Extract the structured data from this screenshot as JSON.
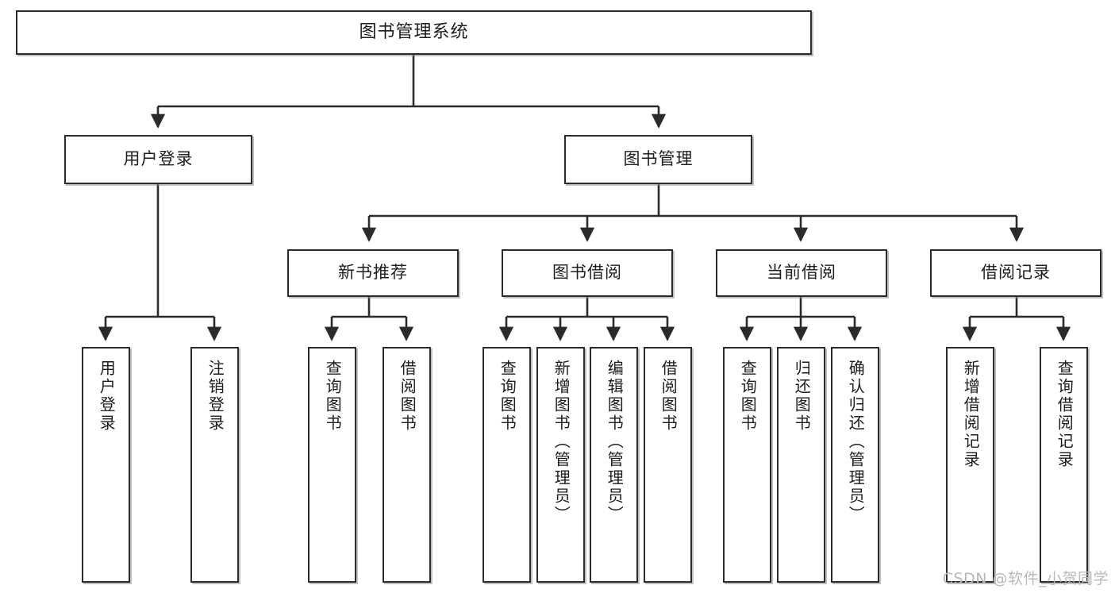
{
  "diagram": {
    "title": "图书管理系统",
    "type": "functional-structure-tree",
    "watermark": "CSDN @软件_小贺同学",
    "colors": {
      "box_border": "#2b2b2b",
      "box_fill": "#ffffff",
      "edge": "#2b2b2b",
      "text": "#1d1d1d",
      "watermark": "#b9b9b9",
      "background": "#ffffff"
    }
  },
  "nodes": {
    "root": {
      "label": "图书管理系统",
      "level": 1
    },
    "level2": [
      {
        "id": "user-login",
        "label": "用户登录"
      },
      {
        "id": "book-manage",
        "label": "图书管理"
      }
    ],
    "level3": [
      {
        "id": "new-book-recommend",
        "label": "新书推荐"
      },
      {
        "id": "book-borrow",
        "label": "图书借阅"
      },
      {
        "id": "current-borrow",
        "label": "当前借阅"
      },
      {
        "id": "borrow-record",
        "label": "借阅记录"
      }
    ],
    "leaves": {
      "user_login": [
        {
          "id": "leaf-user-login",
          "label": "用户登录"
        },
        {
          "id": "leaf-logout-login",
          "label": "注销登录"
        }
      ],
      "new_book_recommend": [
        {
          "id": "leaf-query-book-1",
          "label": "查询图书"
        },
        {
          "id": "leaf-borrow-book-1",
          "label": "借阅图书"
        }
      ],
      "book_borrow": [
        {
          "id": "leaf-query-book-2",
          "label": "查询图书"
        },
        {
          "id": "leaf-add-book",
          "label": "新增图书（管理员）"
        },
        {
          "id": "leaf-edit-book",
          "label": "编辑图书（管理员）"
        },
        {
          "id": "leaf-borrow-book-2",
          "label": "借阅图书"
        }
      ],
      "current_borrow": [
        {
          "id": "leaf-query-book-3",
          "label": "查询图书"
        },
        {
          "id": "leaf-return-book",
          "label": "归还图书"
        },
        {
          "id": "leaf-confirm-return",
          "label": "确认归还（管理员）"
        }
      ],
      "borrow_record": [
        {
          "id": "leaf-add-record",
          "label": "新增借阅记录"
        },
        {
          "id": "leaf-query-record",
          "label": "查询借阅记录"
        }
      ]
    }
  }
}
